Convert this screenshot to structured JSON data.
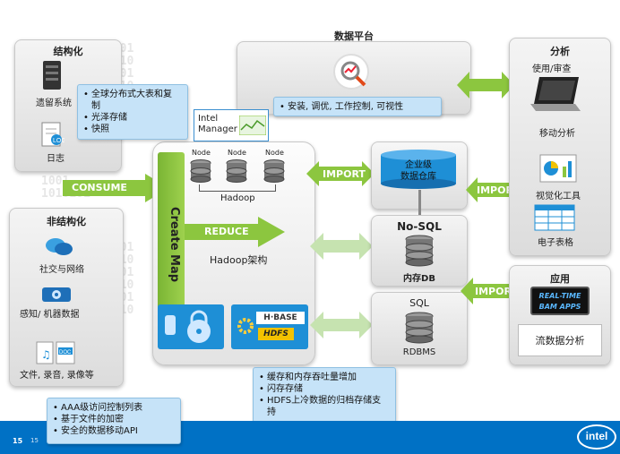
{
  "platform": {
    "title": "数据平台",
    "tooltip": [
      "安装, 调优, 工作控制, 可视性"
    ]
  },
  "structured": {
    "title": "结构化",
    "items": [
      "遗留系统",
      "日志"
    ]
  },
  "unstructured": {
    "title": "非结构化",
    "items": [
      "社交与网络",
      "感知/ 机器数据",
      "文件, 录音, 录像等"
    ]
  },
  "hadoop": {
    "node_label": "Node",
    "cluster_label": "Hadoop",
    "arch_label": "Hadoop架构",
    "create_map": "Create Map",
    "reduce": "REDUCE",
    "consume": "CONSUME",
    "intel_manager": "Intel\nManager",
    "hbase_logo": "H·BASE",
    "hdfs_logo": "HDFS"
  },
  "stores": {
    "warehouse": "企业级\n数据仓库",
    "nosql_title": "No-SQL",
    "memdb": "内存DB",
    "sql_title": "SQL",
    "rdbms": "RDBMS"
  },
  "imports": [
    "IMPORT",
    "IMPORT",
    "IMPORT"
  ],
  "analysis": {
    "title": "分析",
    "items": [
      "使用/审查",
      "移动分析",
      "视觉化工具",
      "电子表格"
    ]
  },
  "apps": {
    "title": "应用",
    "screen_text": [
      "REAL-TIME",
      "BAM APPS"
    ],
    "stream": "流数据分析"
  },
  "callouts": {
    "hadoop_features": [
      "全球分布式大表和复制",
      "光泽存储",
      "快照"
    ],
    "security": [
      "AAA级访问控制列表",
      "基于文件的加密",
      "安全的数据移动API"
    ],
    "storage": [
      "缓存和内存吞吐量增加",
      "闪存存储",
      "HDFS上冷数据的归档存储支持"
    ]
  },
  "footer": {
    "page_a": "15",
    "page_b": "15",
    "logo": "intel"
  },
  "colors": {
    "green": "#8cc63f",
    "blue": "#1e8fd6",
    "footer_blue": "#0071c5"
  }
}
